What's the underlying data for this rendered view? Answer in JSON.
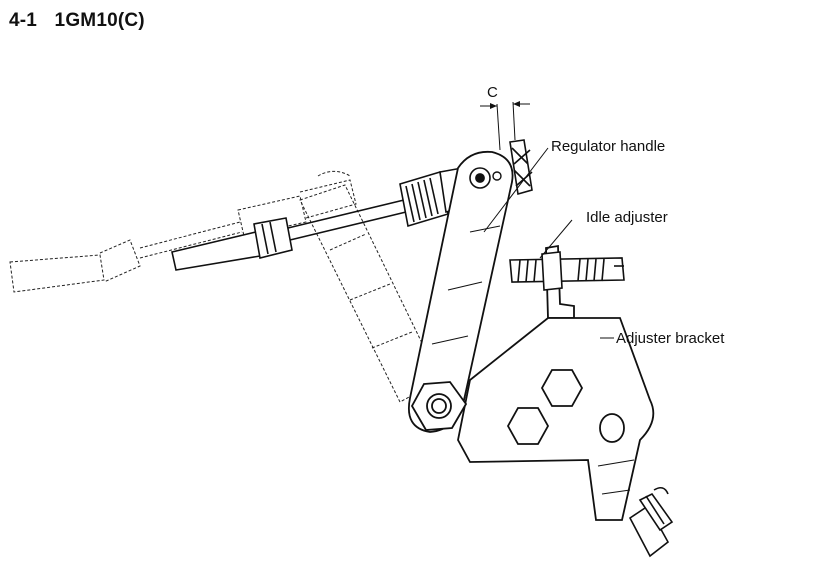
{
  "heading": {
    "number": "4-1",
    "model": "1GM10(C)"
  },
  "labels": {
    "clearance": "C",
    "regulator_handle": "Regulator handle",
    "idle_adjuster": "Idle adjuster",
    "adjuster_bracket": "Adjuster bracket"
  }
}
